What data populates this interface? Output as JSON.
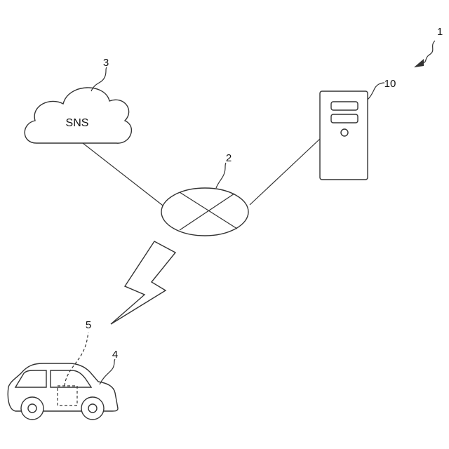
{
  "diagram": {
    "system_ref": "1",
    "network": {
      "ref": "2"
    },
    "sns": {
      "ref": "3",
      "label": "SNS"
    },
    "vehicle": {
      "ref": "4"
    },
    "onboard_device": {
      "ref": "5"
    },
    "server": {
      "ref": "10"
    }
  }
}
